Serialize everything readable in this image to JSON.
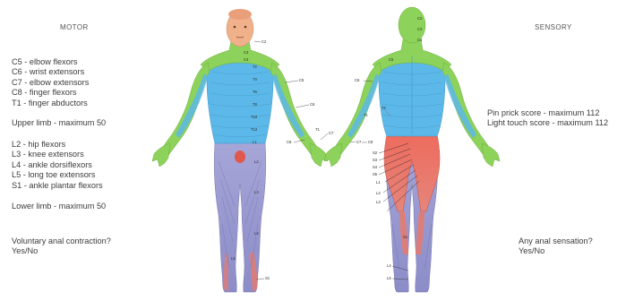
{
  "motor": {
    "heading": "MOTOR",
    "upper_limb": [
      "C5 - elbow flexors",
      "C6 - wrist extensors",
      "C7 - elbow extensors",
      "C8 - finger flexors",
      "T1 - finger abductors"
    ],
    "upper_max": "Upper limb - maximum 50",
    "lower_limb": [
      "L2 - hip flexors",
      "L3 - knee extensors",
      "L4 - ankle dorsiflexors",
      "L5 - long toe extensors",
      "S1 - ankle plantar flexors"
    ],
    "lower_max": "Lower limb - maximum 50",
    "anal_question": "Voluntary anal contraction?",
    "anal_answer": "Yes/No"
  },
  "sensory": {
    "heading": "SENSORY",
    "pin_prick": "Pin prick score - maximum 112",
    "light_touch": "Light touch score - maximum 112",
    "anal_question": "Any anal sensation?",
    "anal_answer": "Yes/No"
  },
  "front_labels": {
    "c2": "C2",
    "c3": "C3",
    "c4": "C4",
    "t2": "T2",
    "t4": "T4",
    "t6": "T6",
    "t8": "T8",
    "t10": "T10",
    "t12": "T12",
    "l1": "L1",
    "l2": "L2",
    "l3": "L3",
    "l4": "L4",
    "l5": "L5",
    "s1": "S1",
    "c5": "C5",
    "c6": "C6",
    "c7": "C7",
    "c8": "C8",
    "t1": "T1"
  },
  "back_labels": {
    "c2": "C2",
    "c3": "C3",
    "c4": "C4",
    "c5": "C5",
    "c6": "C6",
    "c7": "C7",
    "c8": "C8",
    "t1": "T1",
    "t2": "T2",
    "s2": "S2",
    "s3": "S3",
    "s4": "S4",
    "s5": "S5",
    "l1": "L1",
    "l2": "L2",
    "l3": "L3",
    "l4": "L4",
    "l5": "L5",
    "s1": "S1"
  },
  "colors": {
    "cervical": "#8dd25a",
    "thoracic": "#57b5e6",
    "lumbar": "#9a9ad2",
    "sacral": "#e8564a",
    "skin": "#f0b08a"
  }
}
